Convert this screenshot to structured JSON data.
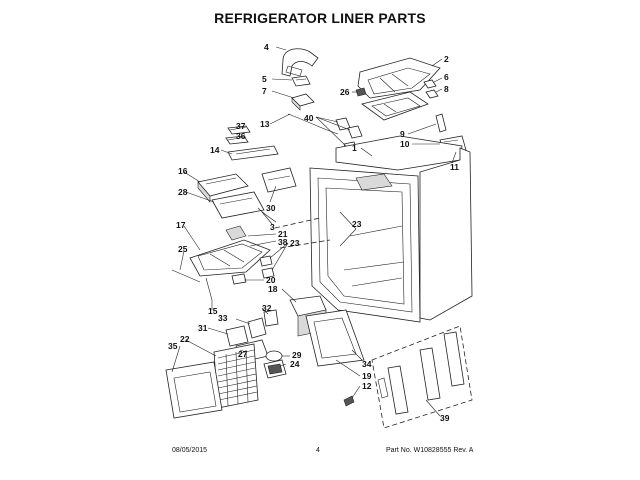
{
  "title": "REFRIGERATOR LINER PARTS",
  "callouts": {
    "c1": "1",
    "c2": "2",
    "c3": "3",
    "c4": "4",
    "c5": "5",
    "c6": "6",
    "c7": "7",
    "c8": "8",
    "c9": "9",
    "c10": "10",
    "c11": "11",
    "c12": "12",
    "c13": "13",
    "c14": "14",
    "c15": "15",
    "c16": "16",
    "c17": "17",
    "c18": "18",
    "c19": "19",
    "c20": "20",
    "c21": "21",
    "c22": "22",
    "c23a": "23",
    "c23b": "23",
    "c24": "24",
    "c25": "25",
    "c26": "26",
    "c27": "27",
    "c28": "28",
    "c29": "29",
    "c30": "30",
    "c31": "31",
    "c32": "32",
    "c33": "33",
    "c34": "34",
    "c35": "35",
    "c36": "36",
    "c37": "37",
    "c38": "38",
    "c39": "39",
    "c40": "40"
  },
  "footer": {
    "date": "08/05/2015",
    "page": "4",
    "part_number": "Part No. W10828555  Rev. A"
  }
}
